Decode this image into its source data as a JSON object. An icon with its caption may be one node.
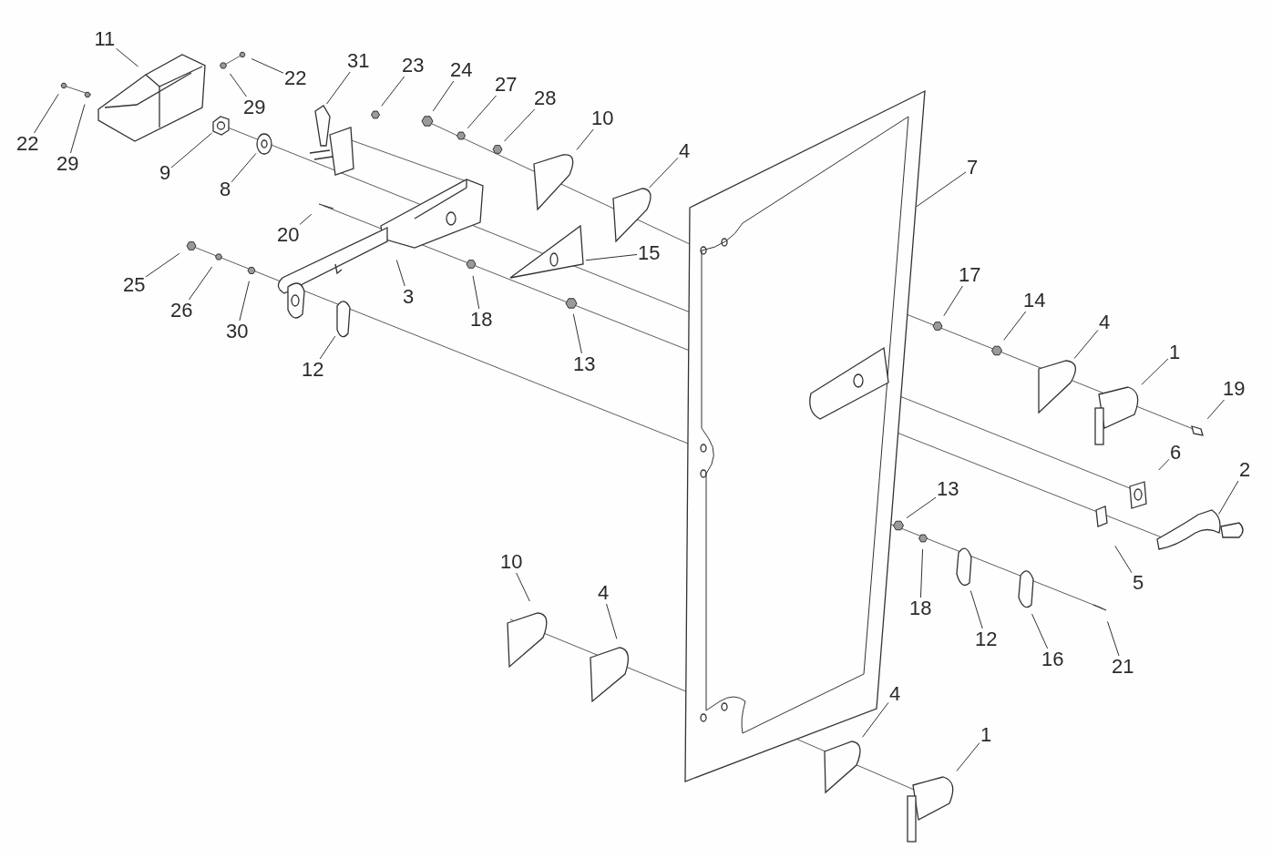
{
  "diagram": {
    "nodes": [
      {
        "text": [
          "11"
        ]
      },
      {
        "text": [
          "31"
        ]
      },
      {
        "text": [
          "23"
        ]
      },
      {
        "text": [
          "24"
        ]
      },
      {
        "text": [
          "22"
        ]
      },
      {
        "text": [
          "27"
        ]
      },
      {
        "text": [
          "28"
        ]
      },
      {
        "text": [
          "29"
        ]
      },
      {
        "text": [
          "10"
        ]
      },
      {
        "text": [
          "22"
        ]
      },
      {
        "text": [
          "4"
        ]
      },
      {
        "text": [
          "29"
        ]
      },
      {
        "text": [
          "7"
        ]
      },
      {
        "text": [
          "9"
        ]
      },
      {
        "text": [
          "8"
        ]
      },
      {
        "text": [
          "20"
        ]
      },
      {
        "text": [
          "15"
        ]
      },
      {
        "text": [
          "17"
        ]
      },
      {
        "text": [
          "25"
        ]
      },
      {
        "text": [
          "3"
        ]
      },
      {
        "text": [
          "14"
        ]
      },
      {
        "text": [
          "26"
        ]
      },
      {
        "text": [
          "18"
        ]
      },
      {
        "text": [
          "4"
        ]
      },
      {
        "text": [
          "30"
        ]
      },
      {
        "text": [
          "1"
        ]
      },
      {
        "text": [
          "13"
        ]
      },
      {
        "text": [
          "12"
        ]
      },
      {
        "text": [
          "19"
        ]
      },
      {
        "text": [
          "6"
        ]
      },
      {
        "text": [
          "2"
        ]
      },
      {
        "text": [
          "13"
        ]
      },
      {
        "text": [
          "10"
        ]
      },
      {
        "text": [
          "5"
        ]
      },
      {
        "text": [
          "4"
        ]
      },
      {
        "text": [
          "18"
        ]
      },
      {
        "text": [
          "12"
        ]
      },
      {
        "text": [
          "16"
        ]
      },
      {
        "text": [
          "21"
        ]
      },
      {
        "text": [
          "4"
        ]
      },
      {
        "text": [
          "1"
        ]
      },
      {
        "text": [],
        "shape": "nut"
      },
      {
        "text": [],
        "shape": "washer"
      }
    ],
    "edges": [
      {
        "from": 0,
        "to": null,
        "arrow": "none"
      },
      {
        "from": 1,
        "to": null,
        "arrow": "none"
      },
      {
        "from": 2,
        "to": null,
        "arrow": "none"
      },
      {
        "from": 3,
        "to": null,
        "arrow": "none"
      },
      {
        "from": 4,
        "to": null,
        "arrow": "none"
      },
      {
        "from": 5,
        "to": null,
        "arrow": "none"
      },
      {
        "from": 6,
        "to": null,
        "arrow": "none"
      },
      {
        "from": 7,
        "to": null,
        "arrow": "none"
      },
      {
        "from": 8,
        "to": null,
        "arrow": "none"
      },
      {
        "from": 9,
        "to": null,
        "arrow": "none"
      },
      {
        "from": 10,
        "to": null,
        "arrow": "none"
      },
      {
        "from": 11,
        "to": null,
        "arrow": "none"
      },
      {
        "from": 12,
        "to": null,
        "arrow": "none"
      },
      {
        "from": 13,
        "to": 41,
        "arrow": "none"
      },
      {
        "from": 14,
        "to": 42,
        "arrow": "none"
      },
      {
        "from": 15,
        "to": null,
        "arrow": "none"
      },
      {
        "from": 16,
        "to": null,
        "arrow": "none"
      },
      {
        "from": 17,
        "to": null,
        "arrow": "none"
      },
      {
        "from": 18,
        "to": null,
        "arrow": "none"
      },
      {
        "from": 19,
        "to": null,
        "arrow": "none"
      },
      {
        "from": 20,
        "to": null,
        "arrow": "none"
      },
      {
        "from": 21,
        "to": null,
        "arrow": "none"
      },
      {
        "from": 22,
        "to": null,
        "arrow": "none"
      },
      {
        "from": 23,
        "to": null,
        "arrow": "none"
      },
      {
        "from": 24,
        "to": null,
        "arrow": "none"
      },
      {
        "from": 25,
        "to": null,
        "arrow": "none"
      },
      {
        "from": 26,
        "to": null,
        "arrow": "none"
      },
      {
        "from": 27,
        "to": null,
        "arrow": "none"
      },
      {
        "from": 28,
        "to": null,
        "arrow": "none"
      },
      {
        "from": 29,
        "to": null,
        "arrow": "none"
      },
      {
        "from": 30,
        "to": null,
        "arrow": "none"
      },
      {
        "from": 31,
        "to": null,
        "arrow": "none"
      },
      {
        "from": 32,
        "to": null,
        "arrow": "none"
      },
      {
        "from": 33,
        "to": null,
        "arrow": "none"
      },
      {
        "from": 34,
        "to": null,
        "arrow": "none"
      },
      {
        "from": 35,
        "to": null,
        "arrow": "none"
      },
      {
        "from": 36,
        "to": null,
        "arrow": "none"
      },
      {
        "from": 37,
        "to": null,
        "arrow": "none"
      },
      {
        "from": 38,
        "to": null,
        "arrow": "none"
      },
      {
        "from": 39,
        "to": null,
        "arrow": "none"
      },
      {
        "from": 40,
        "to": null,
        "arrow": "none"
      }
    ]
  }
}
